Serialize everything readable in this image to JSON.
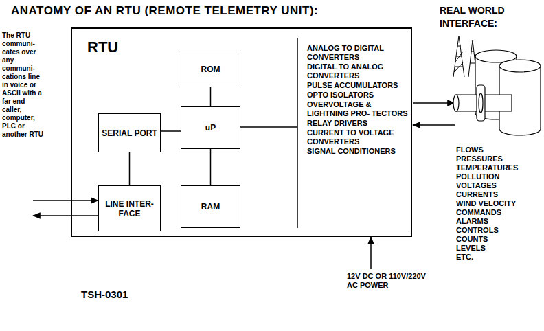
{
  "diagram": {
    "title": "ANATOMY OF AN RTU (REMOTE TELEMETRY UNIT):",
    "nodes": [
      {
        "text": [
          "RTU"
        ]
      },
      {
        "text": [
          "ROM"
        ],
        "in": 0
      },
      {
        "text": [
          "SERIAL PORT"
        ],
        "in": 0
      },
      {
        "text": [
          "uP"
        ],
        "in": 0
      },
      {
        "text": [
          "LINE INTER- FACE"
        ],
        "in": 0
      },
      {
        "text": [
          "RAM"
        ],
        "in": 0
      }
    ],
    "edges": [
      {
        "from": 1,
        "to": 3,
        "arrow": "none"
      },
      {
        "from": 2,
        "to": 3,
        "arrow": "none"
      },
      {
        "from": 3,
        "to": 5,
        "arrow": "none"
      },
      {
        "from": 2,
        "to": 4,
        "arrow": "none"
      }
    ],
    "labels": [
      "REAL WORLD INTERFACE:",
      "The RTU communi- cates over any communi- cations line in voice or ASCII with a far end caller, computer, PLC or another RTU",
      "ANALOG TO DIGITAL CONVERTERS",
      "DIGITAL TO ANALOG CONVERTERS",
      "PULSE ACCUMULATORS",
      "OPTO ISOLATORS",
      "OVERVOLTAGE & LIGHTNING PRO- TECTORS",
      "RELAY DRIVERS",
      "CURRENT TO VOLTAGE CONVERTERS",
      "SIGNAL CONDITIONERS",
      "12V DC OR 110V/220V AC POWER",
      "FLOWS",
      "PRESSURES",
      "TEMPERATURES",
      "POLLUTION",
      "VOLTAGES",
      "CURRENTS",
      "WIND VELOCITY",
      "COMMANDS",
      "ALARMS",
      "CONTROLS",
      "COUNTS",
      "LEVELS",
      "ETC.",
      "TSH-0301"
    ]
  }
}
